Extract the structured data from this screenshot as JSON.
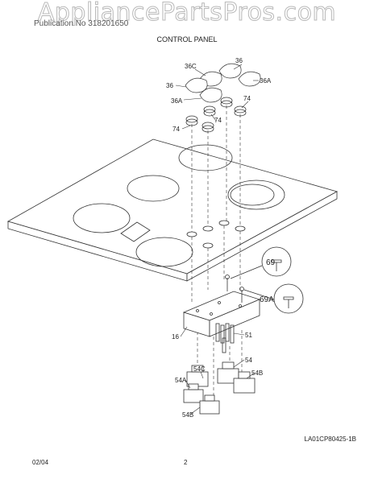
{
  "watermark": "AppliancePartsPros.com",
  "header_text": "Publication No 318201650",
  "subtitle": "CONTROL PANEL",
  "labels": {
    "l36c": "36C",
    "l36a": "36",
    "l36b": "36",
    "l36al": "36A",
    "l36ar": "36A",
    "l74a": "74",
    "l74b": "74",
    "l74c": "74",
    "l16": "16",
    "l51": "51",
    "l54": "54",
    "l54c": "54C",
    "l54a": "54A",
    "l54b1": "54B",
    "l54b2": "54B",
    "l69": "69",
    "l69a": "69A"
  },
  "drawing_code": "LA01CP80425-1B",
  "footer_date": "02/04",
  "page_number": "2"
}
